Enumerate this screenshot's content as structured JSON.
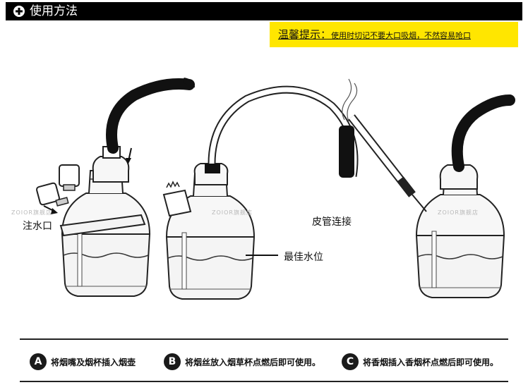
{
  "header": {
    "title": "使用方法"
  },
  "tip": {
    "label": "温馨提示：",
    "body": "使用时切记不要大口吸烟，不然容易呛口"
  },
  "labels": {
    "water_inlet": "注水口",
    "hose": "皮管连接",
    "water_level": "最佳水位"
  },
  "watermark": "ZOIOR旗舰店",
  "steps": [
    {
      "badge": "A",
      "text": "将烟嘴及烟杯插入烟壶"
    },
    {
      "badge": "B",
      "text": "将烟丝放入烟草杯点燃后即可使用。"
    },
    {
      "badge": "C",
      "text": "将香烟插入香烟杯点燃后即可使用。"
    }
  ]
}
